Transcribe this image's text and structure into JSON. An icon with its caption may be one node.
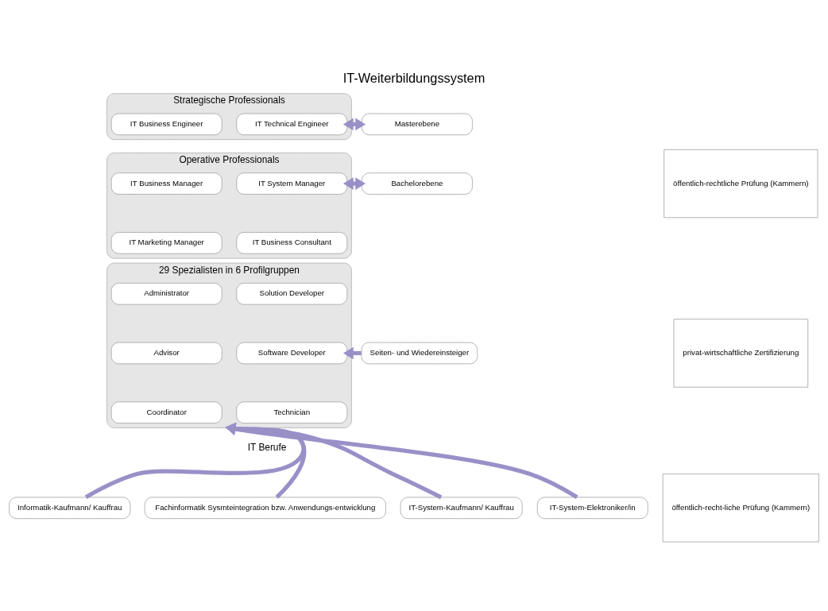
{
  "diagram": {
    "title": "IT-Weiterbildungssystem",
    "nodes": [
      {
        "text": [
          "Strategische Professionals"
        ]
      },
      {
        "text": [
          "IT Technical Engineer"
        ],
        "in": 0
      },
      {
        "text": [
          "IT Business Engineer"
        ],
        "in": 0
      },
      {
        "text": [
          "Operative Professionals"
        ]
      },
      {
        "text": [
          "IT System Manager"
        ],
        "in": 3
      },
      {
        "text": [
          "IT Business Manager"
        ],
        "in": 3
      },
      {
        "text": [
          "IT Business Consultant"
        ],
        "in": 3
      },
      {
        "text": [
          "IT Marketing Manager"
        ],
        "in": 3
      },
      {
        "text": [
          "29 Spezialisten in 6 Profilgruppen"
        ]
      },
      {
        "text": [
          "Solution Developer"
        ],
        "in": 8
      },
      {
        "text": [
          "Administrator"
        ],
        "in": 8
      },
      {
        "text": [
          "Software Developer"
        ],
        "in": 8
      },
      {
        "text": [
          "Advisor"
        ],
        "in": 8
      },
      {
        "text": [
          "Technician"
        ],
        "in": 8
      },
      {
        "text": [
          "Coordinator"
        ],
        "in": 8
      },
      {
        "text": [
          "Masterebene"
        ]
      },
      {
        "text": [
          "Bachelorebene"
        ]
      },
      {
        "text": [
          "Seiten- und Wiedereinsteiger"
        ]
      },
      {
        "text": [
          "IT-System-Elektroniker/in"
        ]
      },
      {
        "text": [
          "Fachinformatik Sysmteintegration bzw. Anwendungs-entwicklung"
        ]
      },
      {
        "text": [
          "IT-System-Kaufmann/ Kauffrau"
        ]
      },
      {
        "text": [
          "Informatik-Kaufmann/ Kauffrau"
        ]
      },
      {
        "text": [
          "öffentlich-rechtliche Prüfung (Kammern)"
        ]
      },
      {
        "text": [
          "privat-wirtschaftliche Zertifizierung"
        ]
      },
      {
        "text": [
          "öffentlich-recht-liche Prüfung (Kammern)"
        ]
      }
    ],
    "edges": [
      {
        "from": 15,
        "to": 1,
        "arrow": "both"
      },
      {
        "from": 16,
        "to": 4,
        "arrow": "both"
      },
      {
        "from": 17,
        "to": 11,
        "arrow": "to"
      },
      {
        "from": 18,
        "to": 8,
        "arrow": "to"
      },
      {
        "from": 19,
        "to": 8,
        "arrow": "to"
      },
      {
        "from": 20,
        "to": 8,
        "arrow": "to"
      },
      {
        "from": 21,
        "to": 8,
        "arrow": "to"
      }
    ],
    "labels": [
      "IT Berufe"
    ]
  }
}
